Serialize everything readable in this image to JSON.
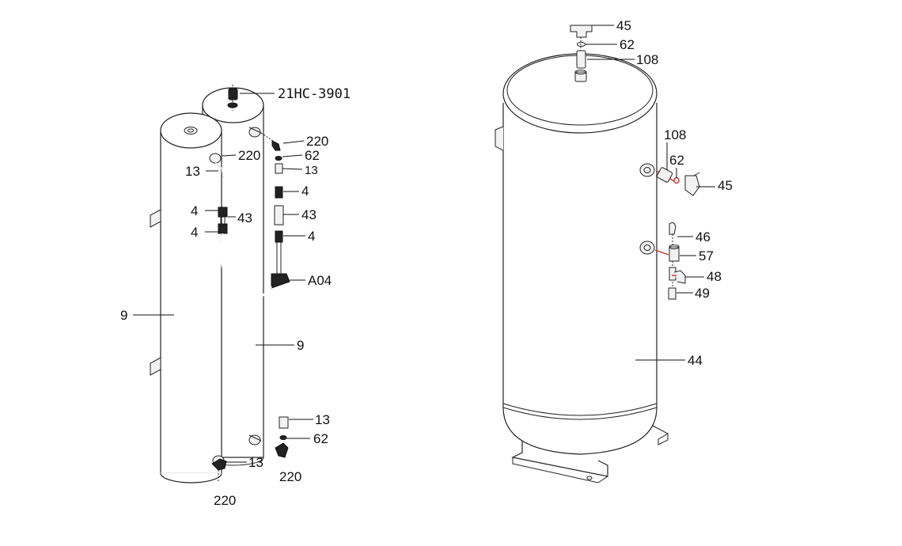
{
  "left_assembly": {
    "labels": {
      "top_fitting": "21HC-3901",
      "elbow_upper_right": "220",
      "elbow_upper_left": "220",
      "washer_upper": "62",
      "nipple_upper_left": "13",
      "nipple_upper_right": "13",
      "union_left_top": "4",
      "union_left_bottom": "4",
      "hose": "43",
      "union_right_top": "4",
      "coupling_right": "43",
      "union_right_bottom": "4",
      "tee": "A04",
      "tank_left": "9",
      "tank_right": "9",
      "nipple_lower_right": "13",
      "washer_lower": "62",
      "elbow_lower_right": "220",
      "nipple_lower_left": "13",
      "elbow_lower_left": "220"
    }
  },
  "right_assembly": {
    "labels": {
      "tee_top": "45",
      "washer_top": "62",
      "nipple_top": "108",
      "nipple_side": "108",
      "washer_side": "62",
      "tee_side": "45",
      "valve_46": "46",
      "fitting_57": "57",
      "fitting_48": "48",
      "fitting_49": "49",
      "tank": "44"
    }
  },
  "colors": {
    "line": "#222222",
    "accent": "#d0302a"
  }
}
